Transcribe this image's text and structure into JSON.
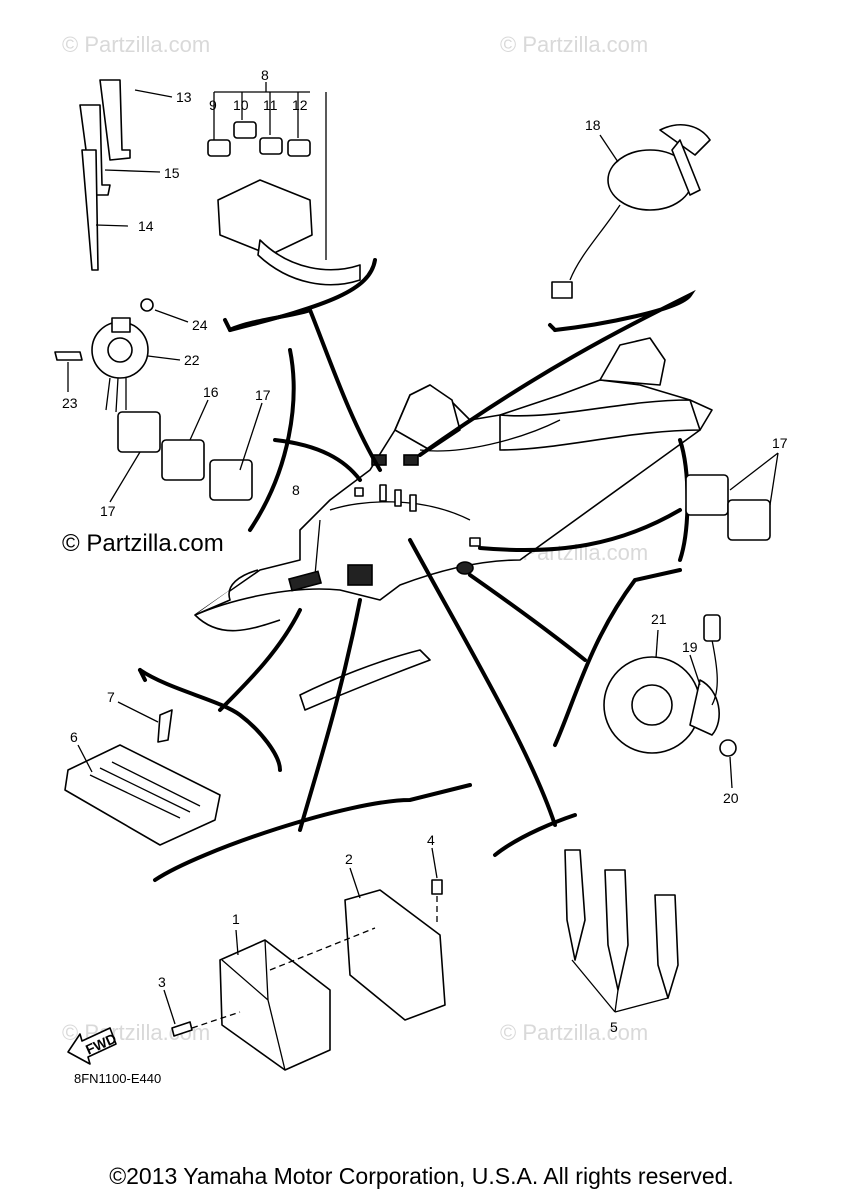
{
  "watermark": "© Partzilla.com",
  "diagram_code": "8FN1100-E440",
  "fwd_label": "FWD",
  "copyright": "©2013 Yamaha Motor Corporation, U.S.A. All rights reserved.",
  "callouts": [
    "1",
    "2",
    "3",
    "4",
    "5",
    "6",
    "7",
    "8",
    "9",
    "10",
    "11",
    "12",
    "13",
    "14",
    "15",
    "16",
    "17",
    "18",
    "19",
    "20",
    "21",
    "22",
    "23",
    "24"
  ]
}
